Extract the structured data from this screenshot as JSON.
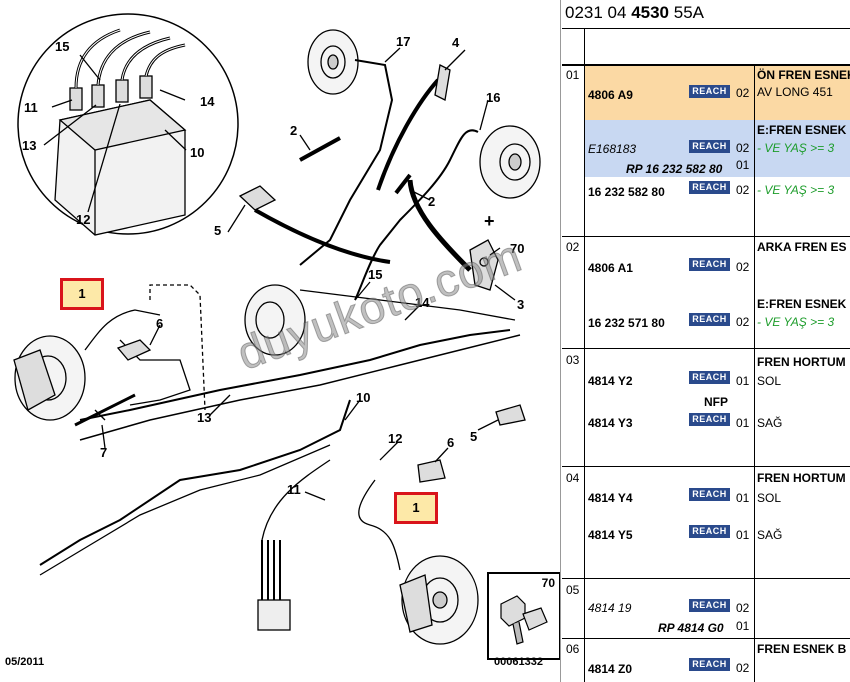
{
  "header": {
    "ref_prefix": "0231 04 ",
    "ref_bold": "4530",
    "ref_suffix": " 55A"
  },
  "diagram": {
    "callouts": [
      "15",
      "11",
      "13",
      "14",
      "10",
      "12",
      "17",
      "4",
      "2",
      "16",
      "2",
      "5",
      "70",
      "15",
      "14",
      "3",
      "1",
      "6",
      "7",
      "13",
      "10",
      "12",
      "6",
      "11",
      "5",
      "1",
      "70"
    ],
    "footer_date": "05/2011",
    "footer_code": "00061332",
    "watermark": "duyukoto.com",
    "plus_sign": "+"
  },
  "table": {
    "groups": [
      {
        "no": "01",
        "rows": [
          {
            "part": "4806 A9",
            "part_style": "bold",
            "badge": "REACH",
            "qty": "02",
            "desc": "ÖN FREN ESNEK",
            "desc2": "AV LONG 451"
          },
          {
            "part": "E168183",
            "part_style": "italic",
            "badge": "REACH",
            "qty": "02",
            "desc": "E:FREN ESNEK",
            "desc2": "- VE YAŞ >= 3"
          },
          {
            "part": "RP 16 232 582 80",
            "part_style": "bold-italic",
            "qty": "01"
          },
          {
            "part": "16 232 582 80",
            "part_style": "bold",
            "badge": "REACH",
            "qty": "02",
            "desc2": "- VE YAŞ >= 3"
          }
        ]
      },
      {
        "no": "02",
        "rows": [
          {
            "part": "4806 A1",
            "part_style": "bold",
            "badge": "REACH",
            "qty": "02",
            "desc": "ARKA FREN ES"
          },
          {
            "part": "16 232 571 80",
            "part_style": "bold",
            "badge": "REACH",
            "qty": "02",
            "desc": "E:FREN ESNEK",
            "desc2": "- VE YAŞ >= 3"
          }
        ]
      },
      {
        "no": "03",
        "rows": [
          {
            "part": "4814 Y2",
            "part_style": "bold",
            "badge": "REACH",
            "qty": "01",
            "desc": "FREN HORTUM",
            "desc2": "SOL"
          },
          {
            "part": "NFP",
            "part_style": "bold"
          },
          {
            "part": "4814 Y3",
            "part_style": "bold",
            "badge": "REACH",
            "qty": "01",
            "desc2": "SAĞ"
          }
        ]
      },
      {
        "no": "04",
        "rows": [
          {
            "part": "4814 Y4",
            "part_style": "bold",
            "badge": "REACH",
            "qty": "01",
            "desc": "FREN HORTUM",
            "desc2": "SOL"
          },
          {
            "part": "4814 Y5",
            "part_style": "bold",
            "badge": "REACH",
            "qty": "01",
            "desc2": "SAĞ"
          }
        ]
      },
      {
        "no": "05",
        "rows": [
          {
            "part": "4814 19",
            "part_style": "italic",
            "badge": "REACH",
            "qty": "02"
          },
          {
            "part": "RP 4814 G0",
            "part_style": "bold-italic",
            "qty": "01"
          }
        ]
      },
      {
        "no": "06",
        "rows": [
          {
            "part": "4814 Z0",
            "part_style": "bold",
            "badge": "REACH",
            "qty": "02",
            "desc": "FREN ESNEK B"
          }
        ]
      }
    ]
  },
  "colors": {
    "highlight_row": "#fbd9a4",
    "alt_row": "#c8d8f2",
    "callout_border": "#d9141b",
    "callout_fill": "#fde9a8",
    "reach_badge": "#2a4a8c",
    "green_text": "#1c9c2a"
  }
}
